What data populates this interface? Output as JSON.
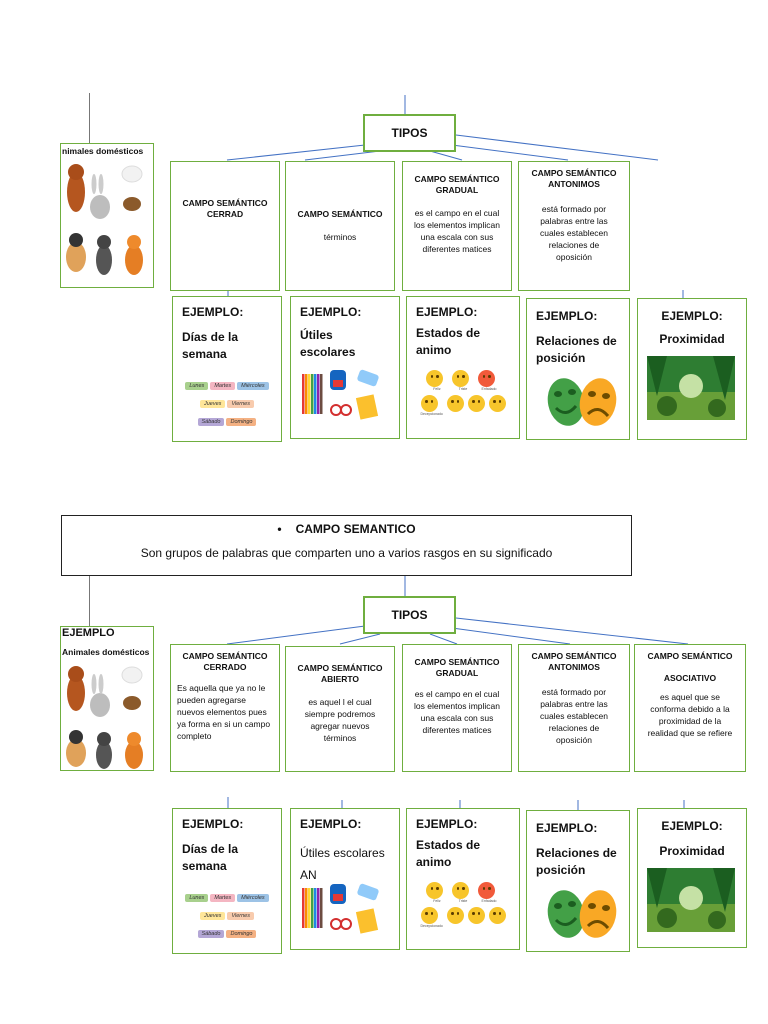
{
  "top": {
    "tipos": "TIPOS",
    "left_label": "nimales domésticos",
    "types": [
      {
        "title": "CAMPO SEMÁNTICO\nCERRAD",
        "body": ""
      },
      {
        "title": "CAMPO SEMÁNTICO",
        "body": "términos"
      },
      {
        "title": "CAMPO SEMÁNTICO\nGRADUAL",
        "body": "es el campo en el cual los elementos implican una escala con sus diferentes matices"
      },
      {
        "title": "CAMPO SEMÁNTICO\nANTONIMOS",
        "body": "está formado por palabras entre las cuales establecen relaciones de oposición"
      }
    ],
    "examples": [
      {
        "head": "EJEMPLO:",
        "sub": "Días de la semana"
      },
      {
        "head": "EJEMPLO:",
        "sub": "Útiles escolares"
      },
      {
        "head": "EJEMPLO:",
        "sub": "Estados de animo"
      },
      {
        "head": "EJEMPLO:",
        "sub": "Relaciones de posición"
      },
      {
        "head": "EJEMPLO:",
        "sub": "Proximidad"
      }
    ]
  },
  "definition": {
    "bullet": "•",
    "title": "CAMPO SEMANTICO",
    "text": "Son grupos de palabras que comparten uno a varios rasgos en su significado"
  },
  "bottom": {
    "tipos": "TIPOS",
    "left_head": "EJEMPLO",
    "left_label": "Animales domésticos",
    "types": [
      {
        "title": "CAMPO SEMÁNTICO\nCERRADO",
        "body": "Es aquella que ya no le pueden agregarse nuevos elementos pues ya forma en si un campo completo"
      },
      {
        "title": "CAMPO SEMÁNTICO\nABIERTO",
        "body": "es aquel l el cual siempre podremos agregar nuevos términos"
      },
      {
        "title": "CAMPO SEMÁNTICO\nGRADUAL",
        "body": "es el campo en el cual los elementos implican una escala con sus diferentes matices"
      },
      {
        "title": "CAMPO SEMÁNTICO\nANTONIMOS",
        "body": "está formado por palabras entre las cuales establecen relaciones de oposición"
      },
      {
        "title": "CAMPO SEMÁNTICO\n\nASOCIATIVO",
        "body": "es aquel que se conforma debido a la proximidad de la realidad que se refiere"
      }
    ],
    "examples": [
      {
        "head": "EJEMPLO:",
        "sub": "Días de la semana"
      },
      {
        "head": "EJEMPLO:",
        "sub": "Útiles escolares",
        "extra": "AN"
      },
      {
        "head": "EJEMPLO:",
        "sub": "Estados de animo"
      },
      {
        "head": "EJEMPLO:",
        "sub": "Relaciones de posición"
      },
      {
        "head": "EJEMPLO:",
        "sub": "Proximidad"
      }
    ]
  },
  "days": [
    "Lunes",
    "Martes",
    "Miércoles",
    "Jueves",
    "Viernes",
    "Sábado",
    "Domingo"
  ],
  "moods": [
    "Feliz",
    "Triste",
    "Enfadado",
    "Decepcionado"
  ],
  "colors": {
    "accent_green": "#6fae3f",
    "line_blue": "#4472c4"
  }
}
